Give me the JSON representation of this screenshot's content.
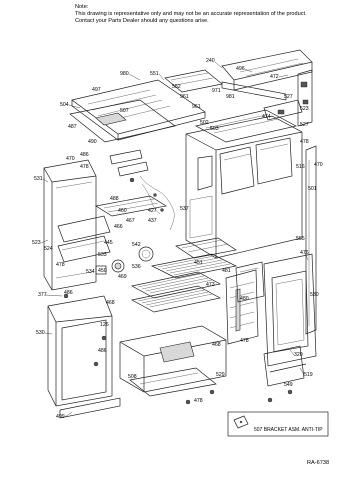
{
  "note": {
    "title": "Note:",
    "line1": "This drawing is representative only and may not be an accurate representation of the product.",
    "line2": "Contact your Parts Dealer should any questions arise."
  },
  "bracket_callout": "507 BRACKET ASM. ANTI-TIP",
  "drawing_id": "RA-6738",
  "callouts": [
    {
      "id": "980",
      "label": "980"
    },
    {
      "id": "551",
      "label": "551"
    },
    {
      "id": "240",
      "label": "240"
    },
    {
      "id": "496",
      "label": "496"
    },
    {
      "id": "472",
      "label": "472"
    },
    {
      "id": "552",
      "label": "552"
    },
    {
      "id": "497",
      "label": "497"
    },
    {
      "id": "961-a",
      "label": "961"
    },
    {
      "id": "971",
      "label": "971"
    },
    {
      "id": "981",
      "label": "981"
    },
    {
      "id": "527",
      "label": "527"
    },
    {
      "id": "504",
      "label": "504"
    },
    {
      "id": "507-a",
      "label": "507"
    },
    {
      "id": "961-b",
      "label": "961"
    },
    {
      "id": "474",
      "label": "474"
    },
    {
      "id": "523-a",
      "label": "523"
    },
    {
      "id": "487",
      "label": "487"
    },
    {
      "id": "502",
      "label": "502"
    },
    {
      "id": "503",
      "label": "503"
    },
    {
      "id": "527-b",
      "label": "527"
    },
    {
      "id": "478",
      "label": "478"
    },
    {
      "id": "490",
      "label": "490"
    },
    {
      "id": "470",
      "label": "470"
    },
    {
      "id": "486",
      "label": "486"
    },
    {
      "id": "470-b",
      "label": "470"
    },
    {
      "id": "478-b",
      "label": "478"
    },
    {
      "id": "531",
      "label": "531"
    },
    {
      "id": "516",
      "label": "516"
    },
    {
      "id": "501",
      "label": "501"
    },
    {
      "id": "488",
      "label": "488"
    },
    {
      "id": "537",
      "label": "537"
    },
    {
      "id": "427",
      "label": "427"
    },
    {
      "id": "460",
      "label": "460"
    },
    {
      "id": "437",
      "label": "437"
    },
    {
      "id": "467",
      "label": "467"
    },
    {
      "id": "466",
      "label": "466"
    },
    {
      "id": "523-b",
      "label": "523"
    },
    {
      "id": "524",
      "label": "524"
    },
    {
      "id": "445",
      "label": "445"
    },
    {
      "id": "542",
      "label": "542"
    },
    {
      "id": "533",
      "label": "533"
    },
    {
      "id": "478-c",
      "label": "478"
    },
    {
      "id": "534",
      "label": "534"
    },
    {
      "id": "450",
      "label": "450"
    },
    {
      "id": "536",
      "label": "536"
    },
    {
      "id": "469",
      "label": "469"
    },
    {
      "id": "451",
      "label": "451"
    },
    {
      "id": "473",
      "label": "473"
    },
    {
      "id": "377",
      "label": "377"
    },
    {
      "id": "486-b",
      "label": "486"
    },
    {
      "id": "468",
      "label": "468"
    },
    {
      "id": "481",
      "label": "481"
    },
    {
      "id": "480",
      "label": "480"
    },
    {
      "id": "555",
      "label": "555"
    },
    {
      "id": "476",
      "label": "476"
    },
    {
      "id": "530",
      "label": "530"
    },
    {
      "id": "126",
      "label": "126"
    },
    {
      "id": "530-b",
      "label": "530"
    },
    {
      "id": "478-d",
      "label": "478"
    },
    {
      "id": "320",
      "label": "320"
    },
    {
      "id": "468-b",
      "label": "468"
    },
    {
      "id": "519",
      "label": "519"
    },
    {
      "id": "499",
      "label": "499"
    },
    {
      "id": "486-c",
      "label": "486"
    },
    {
      "id": "508",
      "label": "508"
    },
    {
      "id": "478-e",
      "label": "478"
    },
    {
      "id": "529",
      "label": "529"
    },
    {
      "id": "549",
      "label": "549"
    }
  ]
}
